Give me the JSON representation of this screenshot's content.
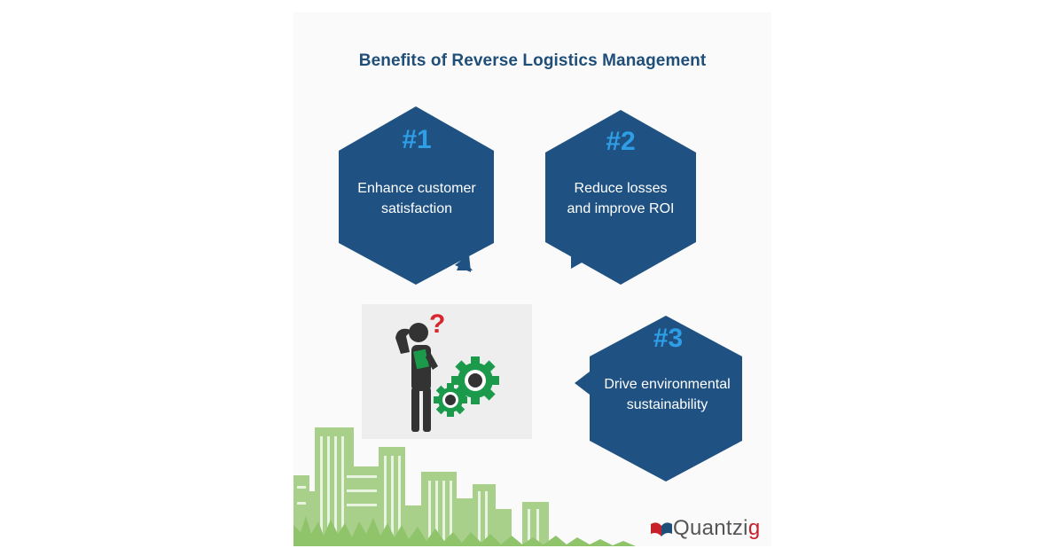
{
  "title": "Benefits of Reverse Logistics Management",
  "colors": {
    "hexagon": "#1f5282",
    "number": "#2e9ee6",
    "title": "#1f4e79",
    "city": "#8fc46b",
    "gear": "#1a9a4a",
    "question_mark": "#d7262e"
  },
  "benefits": [
    {
      "number": "#1",
      "line1": "Enhance customer",
      "line2": "satisfaction"
    },
    {
      "number": "#2",
      "line1": "Reduce losses",
      "line2": "and improve ROI"
    },
    {
      "number": "#3",
      "line1": "Drive environmental",
      "line2": "sustainability"
    }
  ],
  "illustration": {
    "icon": "confused-person-with-gears-icon",
    "question_mark": "?"
  },
  "logo": {
    "text_main": "Quantzi",
    "text_accent": "g",
    "icon": "book-logo-icon"
  }
}
